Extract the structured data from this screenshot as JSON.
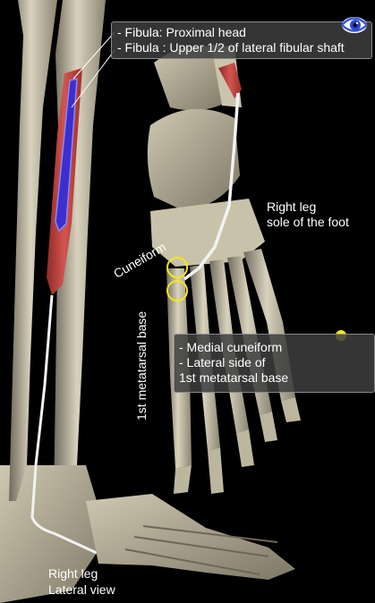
{
  "origin_callout": {
    "line1": "- Fibula: Proximal head",
    "line2": "- Fibula : Upper 1/2 of lateral fibular shaft"
  },
  "insertion_callout": {
    "line1": "- Medial cuneiform",
    "line2": "- Lateral side of",
    "line3": "1st metatarsal base"
  },
  "labels": {
    "sole_line1": "Right leg",
    "sole_line2": "sole of the foot",
    "cuneiform": "Cuneiform",
    "metatarsal": "1st metatarsal base",
    "lateral_line1": "Right leg",
    "lateral_line2": "Lateral view"
  },
  "icons": {
    "eye": "eye-icon",
    "pin": "yellow-pin-marker"
  },
  "colors": {
    "muscle_red": "#c8423d",
    "origin_blue": "#3b2fd0",
    "marker_yellow": "#f5ea12",
    "tendon_white": "#f2f2f2"
  }
}
